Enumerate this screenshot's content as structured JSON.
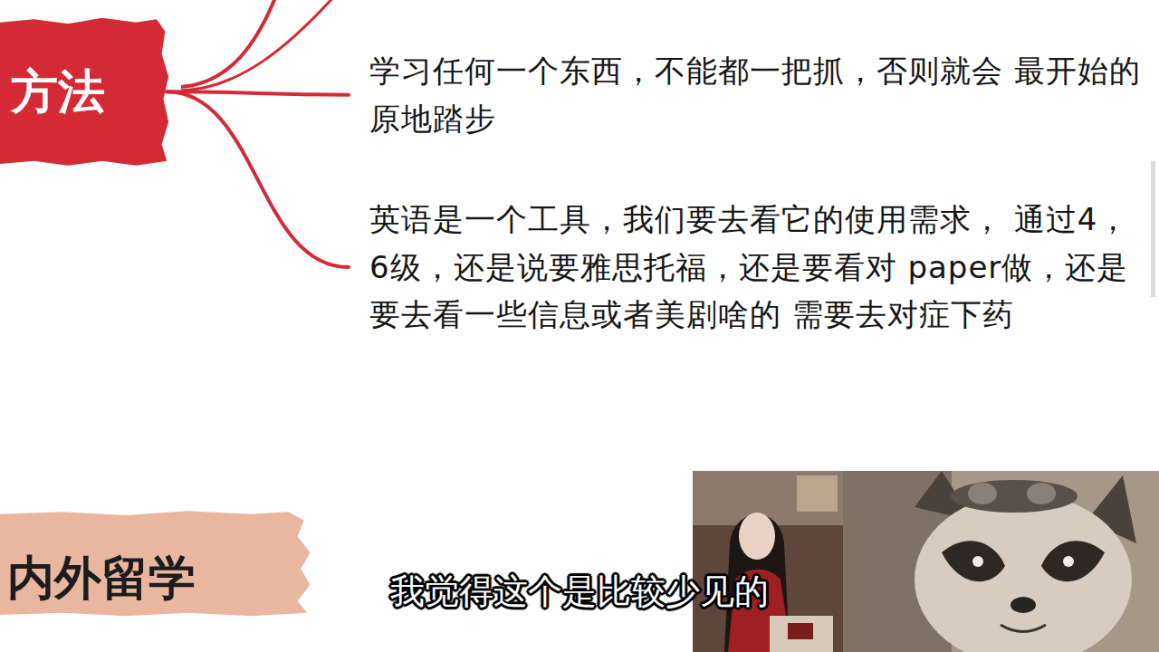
{
  "diagram": {
    "nodes": [
      {
        "text": [
          "方法"
        ]
      },
      {
        "text": [
          "学习任何一个东西，不能都一把抓，否则就会 最开始的原地踏步"
        ]
      },
      {
        "text": [
          "英语是一个工具，我们要去看它的使用需求， 通过4，6级，还是说要雅思托福，还是要看对 paper做，还是要去看一些信息或者美剧啥的 需要去对症下药"
        ]
      },
      {
        "text": [
          "内外留学"
        ]
      }
    ],
    "edges": [
      {
        "from": 0,
        "to": 1,
        "arrow": "none"
      },
      {
        "from": 0,
        "to": 2,
        "arrow": "none"
      }
    ],
    "labels": [
      "我觉得这个是比较少见的"
    ]
  }
}
